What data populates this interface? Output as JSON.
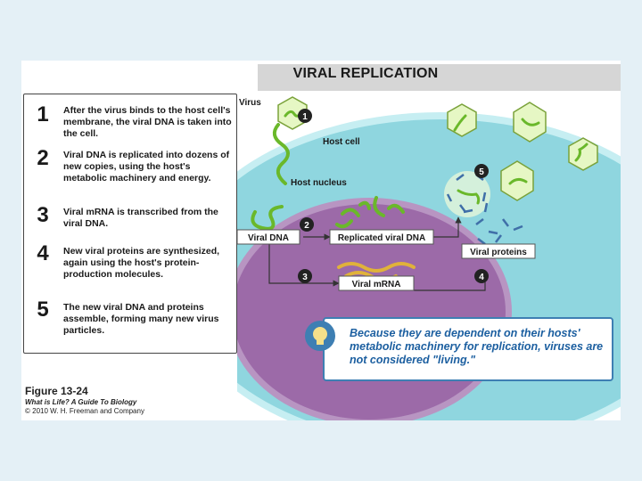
{
  "title": "VIRAL REPLICATION",
  "steps": [
    {
      "number": "1",
      "text": "After the virus binds to the host cell's membrane, the viral DNA is taken into the cell."
    },
    {
      "number": "2",
      "text": "Viral DNA is replicated into dozens of new copies, using the host's metabolic machinery and energy."
    },
    {
      "number": "3",
      "text": "Viral mRNA is transcribed from the viral DNA."
    },
    {
      "number": "4",
      "text": "New viral proteins are synthesized, again using the host's protein-production molecules."
    },
    {
      "number": "5",
      "text": "The new viral DNA and proteins assemble, forming many new virus particles."
    }
  ],
  "diagram": {
    "virus_label": "Virus",
    "host_cell_label": "Host cell",
    "host_nucleus_label": "Host nucleus",
    "viral_dna_label": "Viral DNA",
    "replicated_dna_label": "Replicated viral DNA",
    "viral_mrna_label": "Viral mRNA",
    "viral_proteins_label": "Viral proteins",
    "markers": [
      "1",
      "2",
      "3",
      "4",
      "5"
    ]
  },
  "callout": "Because they are dependent on their hosts' metabolic machinery for replication, viruses are not considered \"living.\"",
  "figure": {
    "title": "Figure 13-24",
    "source": "What is Life? A Guide To Biology",
    "copyright": "© 2010 W. H. Freeman and Company"
  },
  "colors": {
    "background": "#e4f0f6",
    "cytoplasm": "#8fd6df",
    "nucleus": "#9c6aa8",
    "virus_capsid": "#e6f7c4",
    "dna_strand": "#6ab82a",
    "mrna_strand": "#e0b23a",
    "protein": "#3f6fa8",
    "callout_text": "#1c5fa0"
  },
  "icons": [
    "lightbulb-icon",
    "virus-icon",
    "arrow-icon"
  ]
}
